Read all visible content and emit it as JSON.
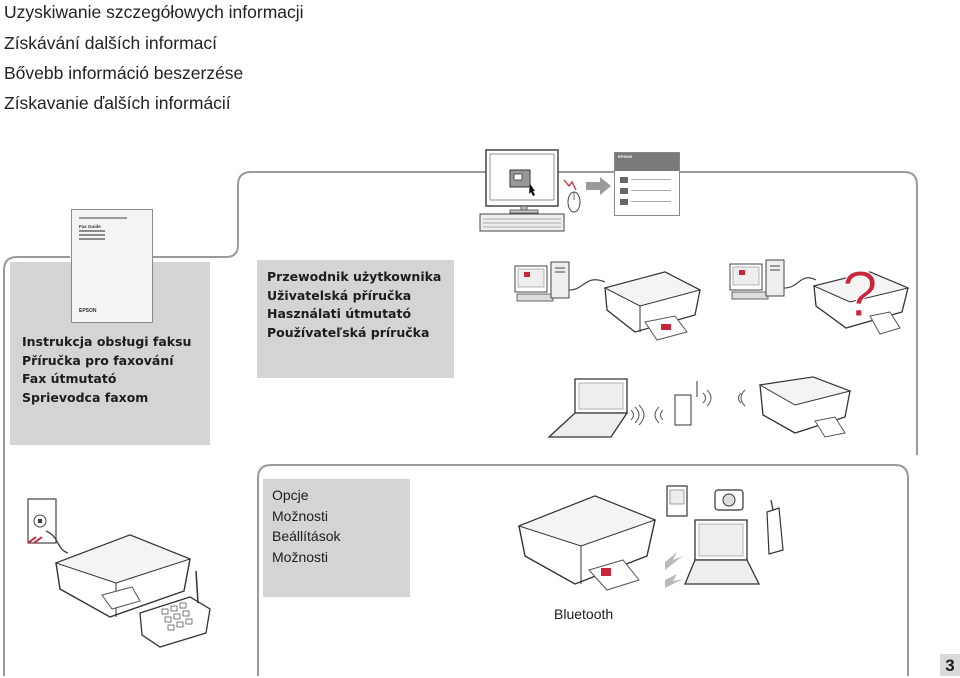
{
  "titles": [
    "Uzyskiwanie szczegółowych informacji",
    "Získávání dalších informací",
    "Bővebb információ beszerzése",
    "Získavanie ďalších informácií"
  ],
  "fax_guide": {
    "lines": [
      "Instrukcja obsługi faksu",
      "Příručka pro faxování",
      "Fax útmutató",
      "Sprievodca faxom"
    ],
    "booklet_label": "Fax Guide",
    "booklet_brand": "EPSON"
  },
  "user_guide": {
    "lines": [
      "Przewodnik użytkownika",
      "Uživatelská příručka",
      "Használati útmutató",
      "Používateľská príručka"
    ]
  },
  "web_guide": {
    "brand": "EPSON"
  },
  "options": {
    "lines": [
      "Opcje",
      "Možnosti",
      "Beállítások",
      "Možnosti"
    ],
    "bluetooth_label": "Bluetooth"
  },
  "page_number": "3"
}
